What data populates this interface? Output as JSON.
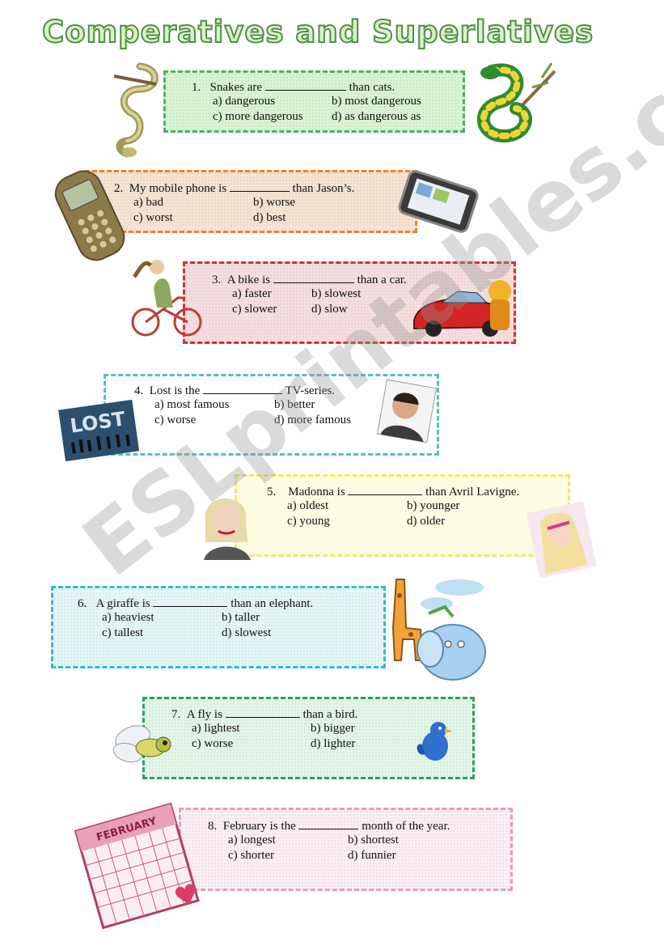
{
  "title": "Comperatives and Superlatives",
  "watermark": "ESLprintables.com",
  "colors": {
    "title_fill": "#d7f3c9",
    "title_outline": "#4f8f44"
  },
  "questions": [
    {
      "num": "1.",
      "before": "Snakes are",
      "after": "than cats.",
      "a": "a) dangerous",
      "b": "b) most dangerous",
      "c": "c) more dangerous",
      "d": "d) as dangerous as",
      "border": "#4caf6a",
      "fill": "#d9f4d2"
    },
    {
      "num": "2.",
      "before": "My mobile phone is",
      "after": "than Jason’s.",
      "a": "a) bad",
      "b": "b) worse",
      "c": "c) worst",
      "d": "d) best",
      "border": "#e8832e",
      "fill": "#f7e3d2"
    },
    {
      "num": "3.",
      "before": "A bike is",
      "after": "than a car.",
      "a": "a) faster",
      "b": "b) slowest",
      "c": "c) slower",
      "d": "d) slow",
      "border": "#d33030",
      "fill": "#f6dede"
    },
    {
      "num": "4.",
      "before": "Lost is the",
      "after": "TV-series.",
      "a": "a) most famous",
      "b": "b) better",
      "c": "c) worse",
      "d": "d) more famous",
      "border": "#52c0c9",
      "fill": "#ffffff"
    },
    {
      "num": "5.",
      "before": "Madonna is",
      "after": "than Avril Lavigne.",
      "a": "a) oldest",
      "b": "b) younger",
      "c": "c) young",
      "d": "d) older",
      "border": "#f1e66a",
      "fill": "#fdfbe2"
    },
    {
      "num": "6.",
      "before": "A giraffe is",
      "after": "than an elephant.",
      "a": "a) heaviest",
      "b": "b) taller",
      "c": "c) tallest",
      "d": "d) slowest",
      "border": "#39b9c4",
      "fill": "#e4f7f8"
    },
    {
      "num": "7.",
      "before": "A fly is",
      "after": "than a bird.",
      "a": "a) lightest",
      "b": "b) bigger",
      "c": "c) worse",
      "d": "d) lighter",
      "border": "#2f9e63",
      "fill": "#e2f6e8"
    },
    {
      "num": "8.",
      "before": "February is the",
      "after": "month of the year.",
      "a": "a) longest",
      "b": "b) shortest",
      "c": "c) shorter",
      "d": "d) funnier",
      "border": "#e79bc1",
      "fill": "#fdeef5"
    }
  ],
  "images": {
    "lost_logo_text": "LOST",
    "calendar_text": "FEBRUARY"
  }
}
